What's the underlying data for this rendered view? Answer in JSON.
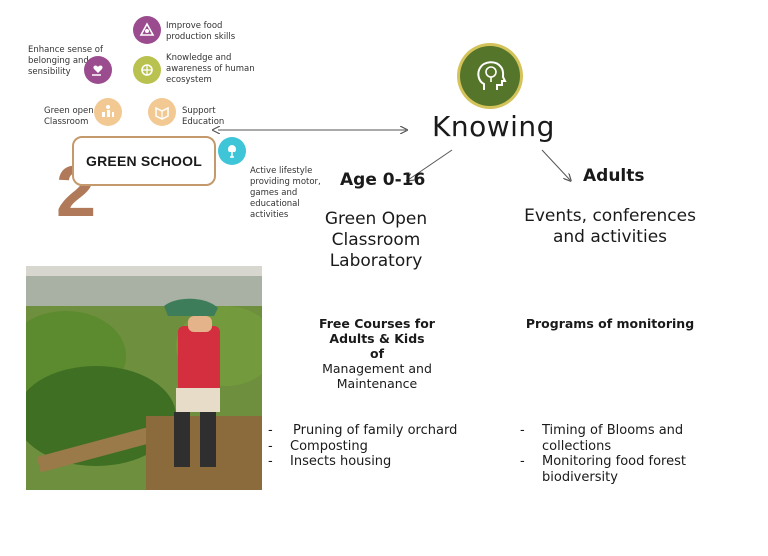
{
  "left": {
    "number": "2",
    "badge": "GREEN SCHOOL",
    "benefits": {
      "food": "Improve food production skills",
      "knowledge": "Knowledge and awareness of human ecosystem",
      "belonging": "Enhance sense of belonging and sensibility",
      "classroom": "Green open Classroom",
      "education": "Support Education",
      "lifestyle": "Active lifestyle providing motor, games and educational activities"
    }
  },
  "center": {
    "title": "Knowing",
    "age_heading": "Age 0-16",
    "adults_heading": "Adults",
    "kids_program": "Green Open Classroom Laboratory",
    "adults_program": "Events, conferences and activities"
  },
  "kids": {
    "courses_bold": "Free Courses for Adults & Kids",
    "courses_of": "of",
    "courses_rest": "Management and Maintenance",
    "list": [
      "Pruning of family orchard",
      "Composting",
      "Insects housing"
    ]
  },
  "adults": {
    "programs_title": "Programs of monitoring",
    "list": [
      "Timing of Blooms and collections",
      "Monitoring food forest biodiversity"
    ]
  },
  "colors": {
    "brown": "#b07a5a",
    "box_border": "#c49a6c",
    "purple": "#9b4c8f",
    "olive": "#b9c24f",
    "peach": "#f2c893",
    "cyan": "#3fc5d8",
    "green_dark": "#55752a"
  }
}
